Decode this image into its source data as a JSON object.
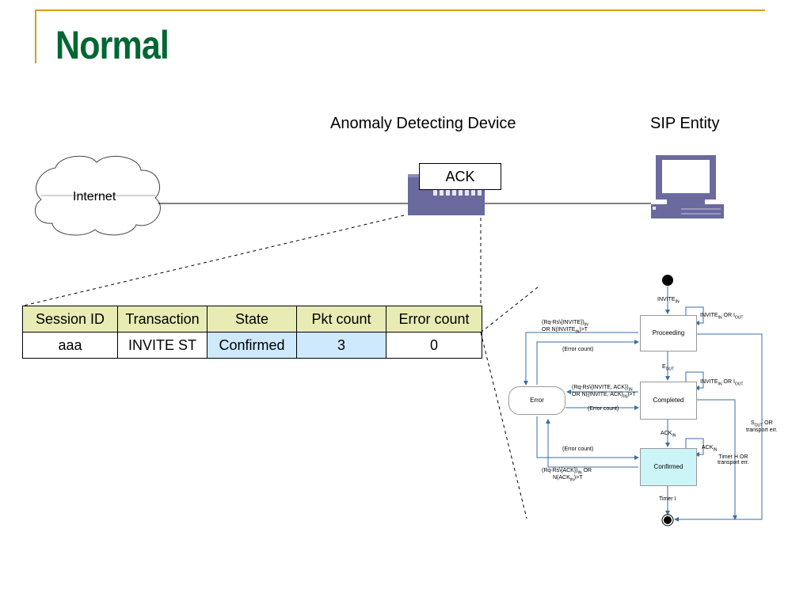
{
  "slide": {
    "title": "Normal"
  },
  "network": {
    "device_label": "Anomaly Detecting Device",
    "entity_label": "SIP Entity",
    "cloud_label": "Internet",
    "packet_label": "ACK"
  },
  "session_table": {
    "headers": [
      "Session ID",
      "Transaction",
      "State",
      "Pkt count",
      "Error count"
    ],
    "row": [
      "aaa",
      "INVITE ST",
      "Confirmed",
      "3",
      "0"
    ]
  },
  "state_machine": {
    "states": {
      "proceeding": "Proceeding",
      "completed": "Completed",
      "confirmed": "Confirmed",
      "error": "Error"
    },
    "labels": {
      "invite_in_top": "INVITE",
      "invite_in_top_sub": "IN",
      "self_proc_a": "INVITE",
      "self_proc_a_sub": "IN",
      "self_proc_b": " OR I",
      "self_proc_b_sub": "OUT",
      "e_out": "E",
      "e_out_sub": "OUT",
      "self_comp_a": "INVITE",
      "self_comp_a_sub": "IN",
      "self_comp_b": " OR I",
      "self_comp_b_sub": "OUT",
      "ack_in": "ACK",
      "ack_in_sub": "IN",
      "self_conf": "ACK",
      "self_conf_sub": "IN",
      "timer_h": "Timer H OR",
      "timer_h2": "transport err.",
      "s_out": "S",
      "s_out_sub": "OUT",
      "s_out_rest": " OR",
      "s_out2": "transport err.",
      "timer_i": "Timer I",
      "err1_a": "(Rq",
      "err1_b": "-Rs\\{INVITE})",
      "err1_sub": "IN",
      "err1_c": "OR N(INVITE",
      "err1_c_sub": "IN",
      "err1_d": ")>T",
      "err_count1": "(Error count)",
      "err2_a": "(Rq",
      "err2_b": "-Rs\\{INVITE, ACK})",
      "err2_sub": "IN",
      "err2_c": "OR N({INVITE, ACK}",
      "err2_c_sub": "IN",
      "err2_d": ")>T",
      "err_count2": "(Error count)",
      "err_count3": "(Error count)",
      "err3_a": "(Rq",
      "err3_b": "-Rs\\{ACK})",
      "err3_sub": "IN",
      "err3_rest": " OR",
      "err3_c": "N(ACK",
      "err3_c_sub": "IN",
      "err3_d": ")>T"
    }
  },
  "colors": {
    "title": "#006633",
    "accent_line": "#d4a017",
    "device": "#6a6a9e",
    "table_header": "#e8ecb4",
    "table_highlight": "#cde9fb",
    "confirmed_fill": "#ccf5f8",
    "arrow": "#3a6ea5"
  }
}
